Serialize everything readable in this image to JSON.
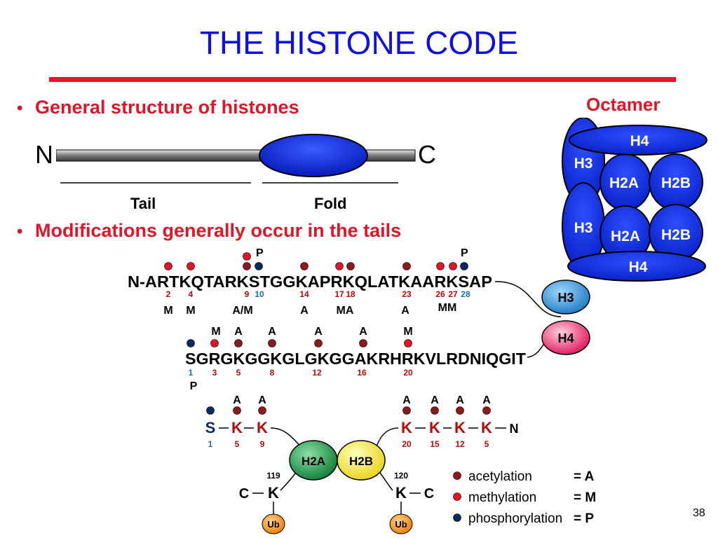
{
  "slide": {
    "title": "THE HISTONE CODE",
    "page_number": "38"
  },
  "bullets": [
    "General structure of histones",
    "Modifications generally occur in the tails"
  ],
  "structure": {
    "n_label": "N",
    "c_label": "C",
    "tail_label": "Tail",
    "fold_label": "Fold"
  },
  "octamer": {
    "title": "Octamer",
    "h4_top": "H4",
    "h3_top": "H3",
    "h2a_top": "H2A",
    "h2b_top": "H2B",
    "h3_bottom": "H3",
    "h2a_bottom": "H2A",
    "h2b_bottom": "H2B",
    "h4_bottom": "H4"
  },
  "h3_tail": {
    "p_marks": [
      "P",
      "P"
    ],
    "sequence": "N-ARTKQTARKSTGGKAPRKQLATKAARKSAP",
    "positions": [
      "2",
      "4",
      "9",
      "10",
      "14",
      "17",
      "18",
      "23",
      "26",
      "27",
      "28"
    ],
    "mods": [
      "M",
      "M",
      "A/M",
      "A",
      "MA",
      "A",
      "MM"
    ],
    "histone_label": "H3"
  },
  "h4_tail": {
    "mods_top": [
      "M",
      "A",
      "A",
      "A",
      "A",
      "M"
    ],
    "sequence": "SGRGKGGKGLGKGGAKRHRKVLRDNIQGIT",
    "positions": [
      "1",
      "3",
      "5",
      "8",
      "12",
      "16",
      "20"
    ],
    "p_mark": "P",
    "histone_label": "H4"
  },
  "h2a_tail": {
    "mods": [
      "A",
      "A"
    ],
    "residues": [
      "S",
      "K",
      "K"
    ],
    "positions": [
      "1",
      "5",
      "9"
    ],
    "histone_label": "H2A",
    "c_term": "C",
    "lys_pos": "119",
    "lys": "K",
    "ub": "Ub"
  },
  "h2b_tail": {
    "mods": [
      "A",
      "A",
      "A",
      "A"
    ],
    "residues": [
      "K",
      "K",
      "K",
      "K"
    ],
    "n_term": "N",
    "positions": [
      "20",
      "15",
      "12",
      "5"
    ],
    "histone_label": "H2B",
    "c_term": "C",
    "lys_pos": "120",
    "lys": "K",
    "ub": "Ub"
  },
  "legend": {
    "items": [
      {
        "label": "acetylation",
        "code": "= A",
        "color": "#8b1a1a"
      },
      {
        "label": "methylation",
        "code": "= M",
        "color": "#e01628"
      },
      {
        "label": "phosphorylation",
        "code": "= P",
        "color": "#0a2a5e"
      }
    ]
  },
  "colors": {
    "title": "#1010e0",
    "accent_red": "#e01628",
    "histone_blue": "#1030d8",
    "residue_red": "#b80a0a",
    "residue_blue": "#0a2a6e",
    "h3_circle": "#1a8fd0",
    "h4_circle": "#e0105a",
    "h2a_circle": "#0a8a40",
    "h2b_circle": "#f2e21a",
    "ub_circle": "#f08a00"
  }
}
